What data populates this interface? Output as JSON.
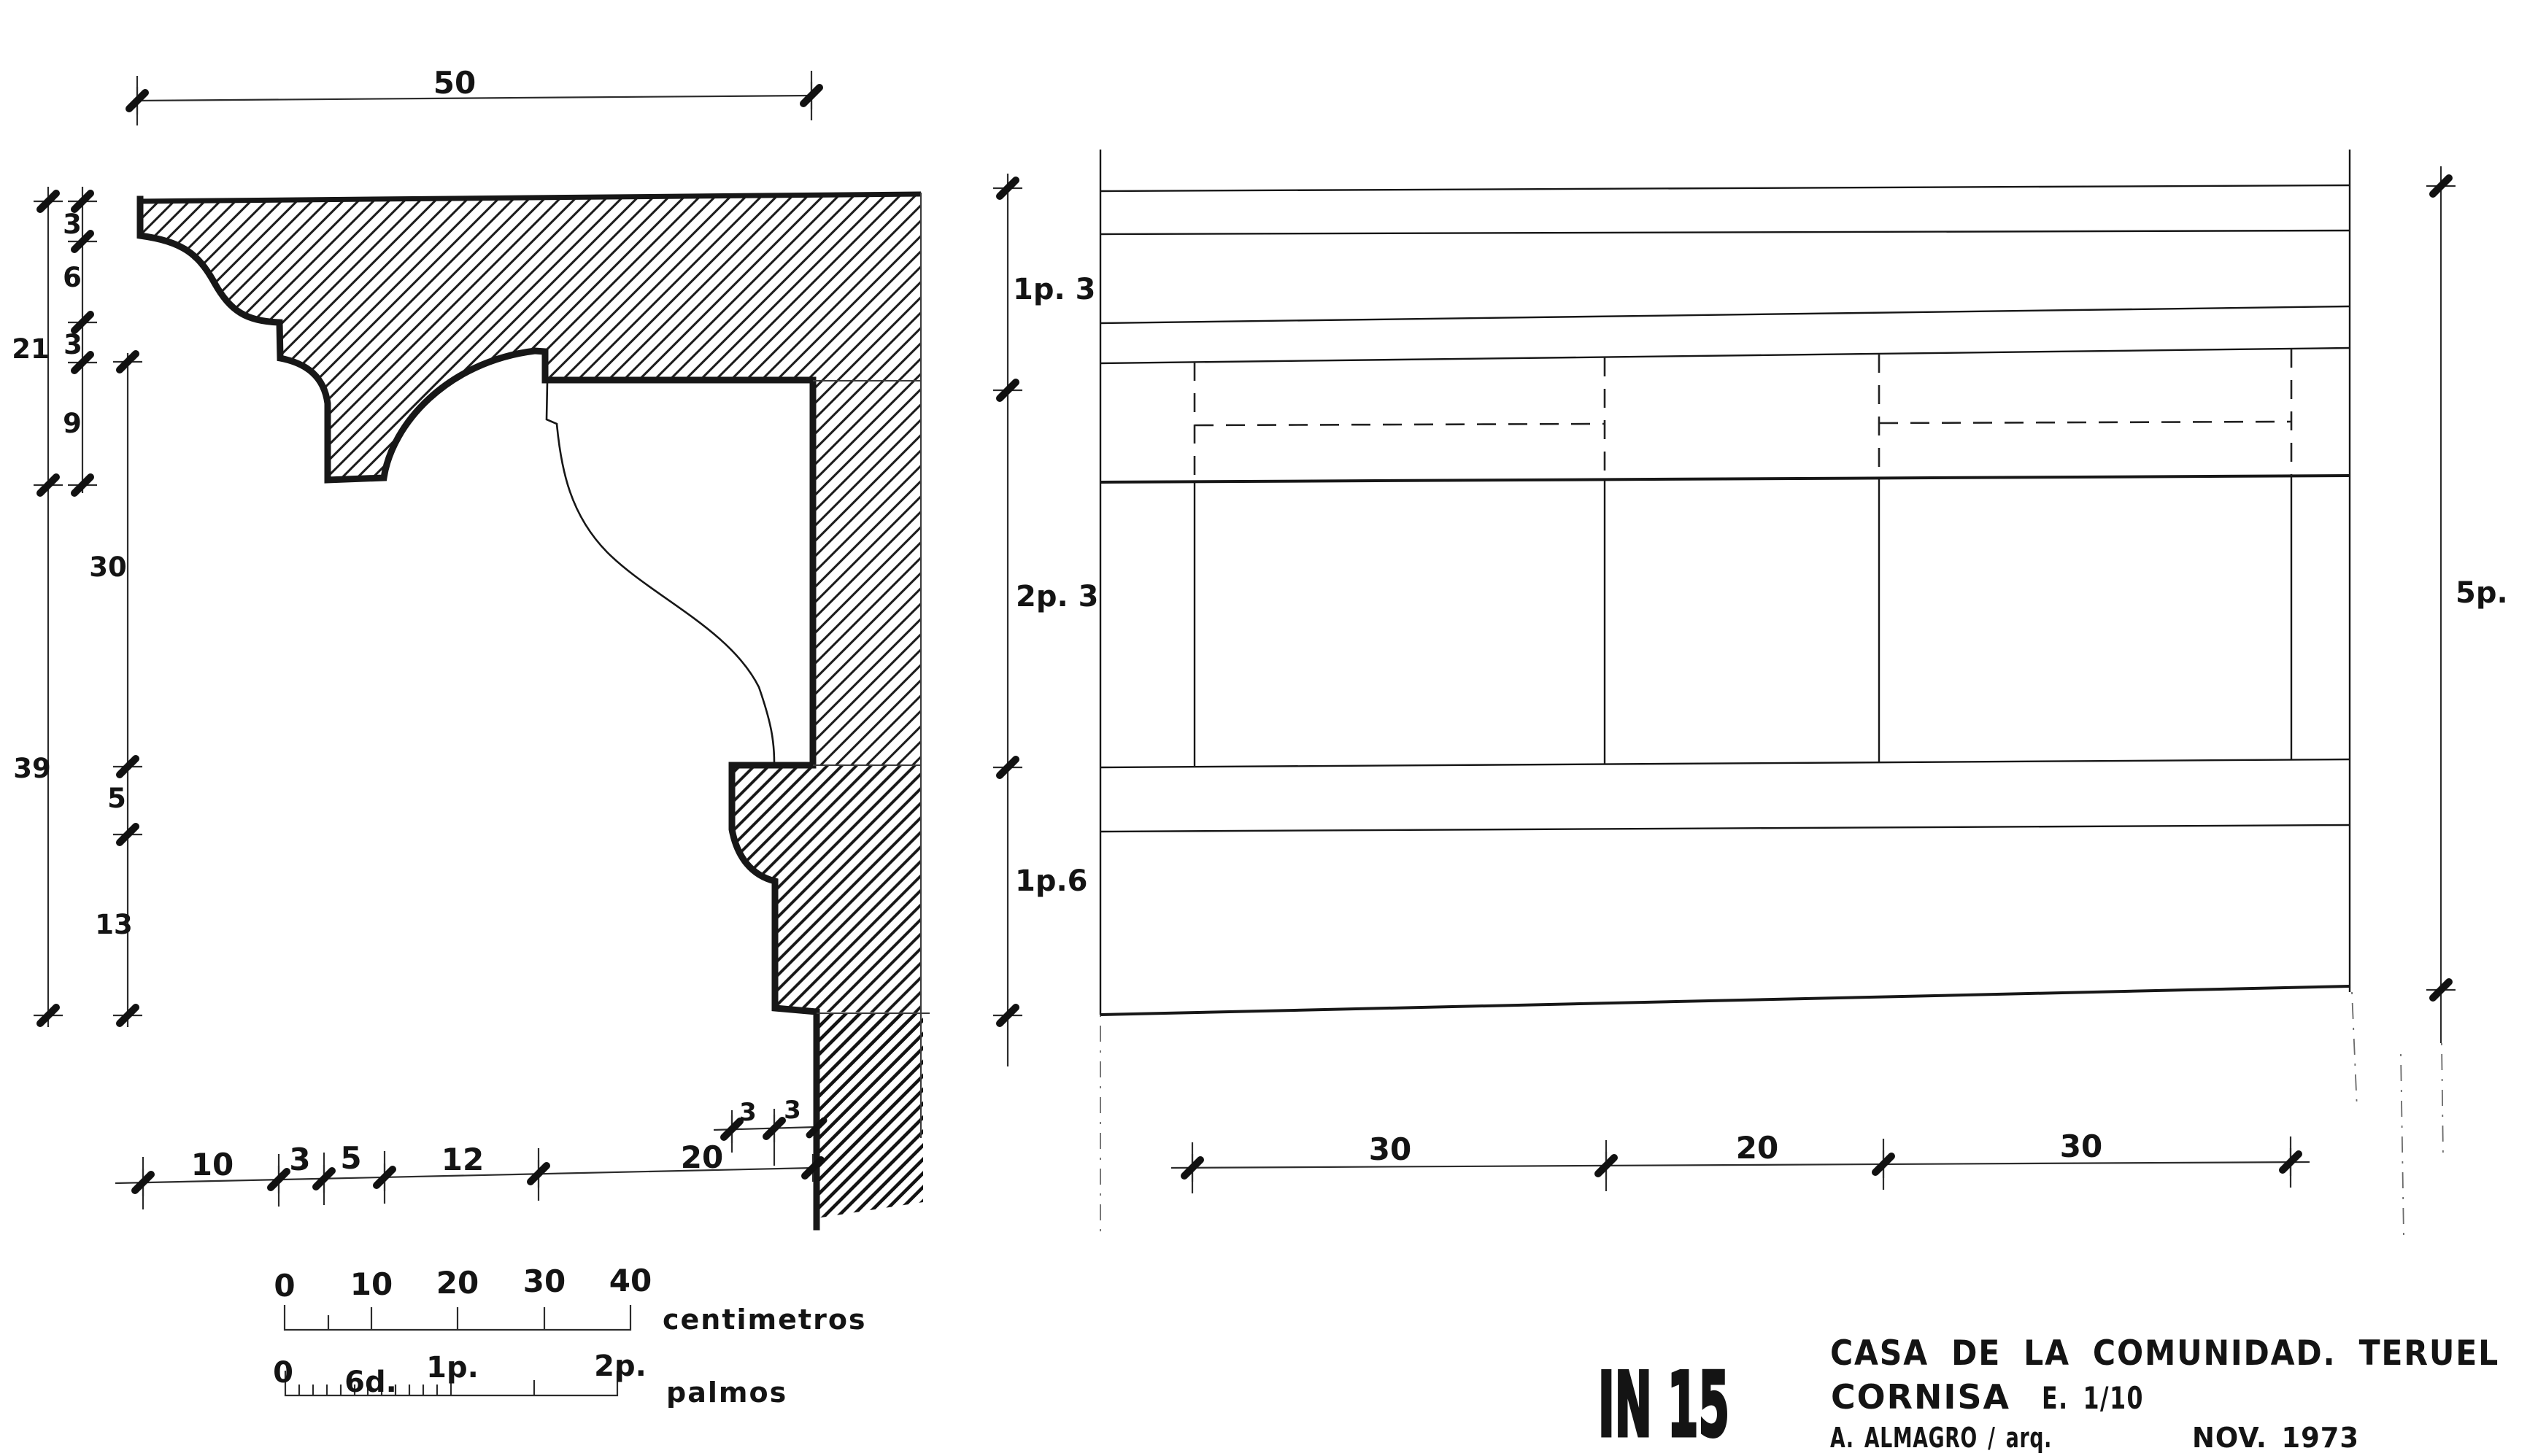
{
  "document": {
    "sheet_code": "IN 15",
    "project": "CASA DE LA COMUNIDAD. TERUEL",
    "subject": "CORNISA",
    "scale_note": "E. 1/10",
    "author": "A. ALMAGRO / arq.",
    "date": "NOV. 1973"
  },
  "section_view": {
    "dim_top": "50",
    "dims_left_inner": [
      "3",
      "6",
      "3",
      "9"
    ],
    "dims_left_outer": [
      "21",
      "39"
    ],
    "dims_left_mid": [
      "30",
      "5",
      "13"
    ],
    "dims_bottom": [
      "10",
      "3",
      "5",
      "12",
      "20"
    ],
    "dims_step": [
      "3",
      "3"
    ]
  },
  "elevation_view": {
    "dims_left": [
      "1p. 3",
      "2p. 3",
      "1p.6"
    ],
    "dim_right": "5p.",
    "dims_bottom": [
      "30",
      "20",
      "30"
    ]
  },
  "scale_bars": {
    "centimeters": {
      "ticks": [
        "0",
        "10",
        "20",
        "30",
        "40"
      ],
      "label": "centimetros"
    },
    "palmos": {
      "ticks": [
        "0",
        "6d.",
        "1p.",
        "2p."
      ],
      "label": "palmos"
    }
  }
}
